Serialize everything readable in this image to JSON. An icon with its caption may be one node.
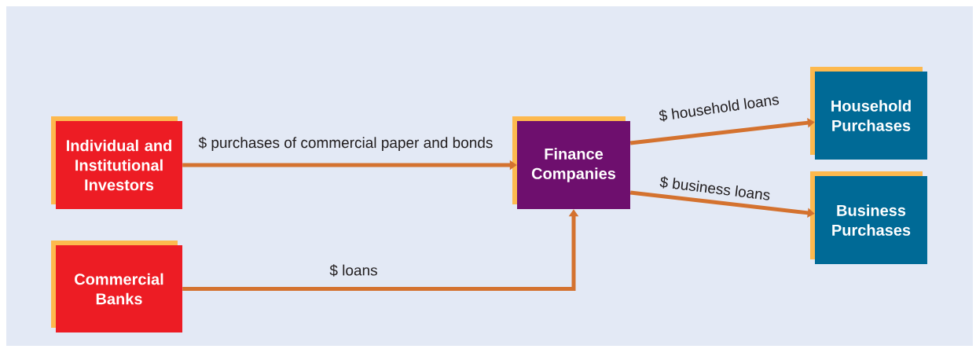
{
  "diagram": {
    "nodes": [
      {
        "text": [
          "Individual and Institutional Investors"
        ]
      },
      {
        "text": [
          "Commercial Banks"
        ]
      },
      {
        "text": [
          "Finance Companies"
        ]
      },
      {
        "text": [
          "Household Purchases"
        ]
      },
      {
        "text": [
          "Business Purchases"
        ]
      }
    ],
    "edges": [
      {
        "from": 0,
        "to": 2,
        "arrow": "to",
        "label": "$ purchases of commercial paper and bonds"
      },
      {
        "from": 1,
        "to": 2,
        "arrow": "to",
        "label": "$ loans"
      },
      {
        "from": 2,
        "to": 3,
        "arrow": "to",
        "label": "$ household loans"
      },
      {
        "from": 2,
        "to": 4,
        "arrow": "to",
        "label": "$ business loans"
      }
    ]
  }
}
